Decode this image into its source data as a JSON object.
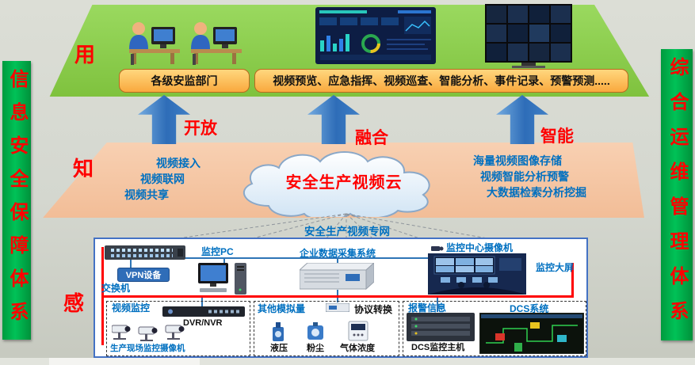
{
  "banners": {
    "left": "信息安全保障体系",
    "right": "综合运维管理体系"
  },
  "stage_tags": {
    "top": "用",
    "middle": "知",
    "bottom": "感"
  },
  "top_layer": {
    "dept_box": "各级安监部门",
    "apps_box": "视频预览、应急指挥、视频巡查、智能分析、事件记录、预警预测....."
  },
  "arrows": [
    {
      "label": "开放"
    },
    {
      "label": "融合"
    },
    {
      "label": "智能"
    }
  ],
  "cloud_layer": {
    "cloud_title": "安全生产视频云",
    "left_items": [
      "视频接入",
      "视频联网",
      "视频共享"
    ],
    "right_items": [
      "海量视频图像存储",
      "视频智能分析预警",
      "大数据检索分析挖掘"
    ],
    "network_label": "安全生产视频专网"
  },
  "perception_layer": {
    "switch": "交换机",
    "vpn": "VPN设备",
    "monitor_pc": "监控PC",
    "collector": "企业数据采集系统",
    "center_camera": "监控中心摄像机",
    "big_screen": "监控大屏",
    "video_group": {
      "title": "视频监控",
      "dvr": "DVR/NVR",
      "cameras": "生产现场监控摄像机"
    },
    "analog_group": {
      "title": "其他模拟量",
      "converter": "协议转换",
      "sensors": [
        "液压",
        "粉尘",
        "气体浓度"
      ]
    },
    "dcs_group": {
      "alarm": "报警信息",
      "system": "DCS系统",
      "host": "DCS监控主机"
    }
  },
  "colors": {
    "banner_green": "#00B050",
    "layer_green": "#8FCE4E",
    "layer_peach": "#F6C9A8",
    "arrow_blue": "#2E6DB8",
    "label_red": "#FF0000",
    "text_blue": "#0070C0",
    "box_orange": "#F9A93E"
  }
}
